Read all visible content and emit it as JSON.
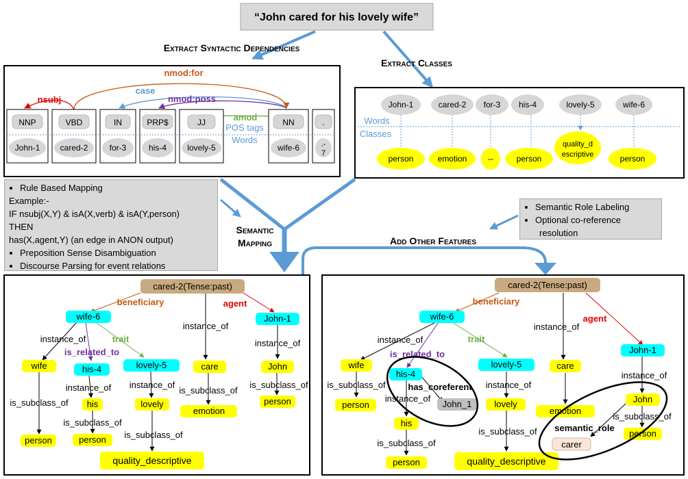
{
  "sentence": "“John cared for his lovely wife”",
  "headings": {
    "syntactic": "Extract Syntactic Dependencies",
    "classes": "Extract Classes",
    "semantic_1": "Semantic",
    "semantic_2": "Mapping",
    "other": "Add Other Features"
  },
  "dependency": {
    "pos": [
      "NNP",
      "VBD",
      "IN",
      "PRP$",
      "JJ",
      "NN",
      "."
    ],
    "words": [
      "John-1",
      "cared-2",
      "for-3",
      "his-4",
      "lovely-5",
      "wife-6"
    ],
    "period_word_1": ".-",
    "period_word_2": "7",
    "pos_caption": "POS tags",
    "words_caption": "Words",
    "arcs": {
      "nmod_for": "nmod:for",
      "nsubj": "nsubj",
      "case": "case",
      "nmod_poss": "nmod:poss",
      "amod": "amod"
    }
  },
  "classes": {
    "words": [
      "John-1",
      "cared-2",
      "for-3",
      "his-4",
      "lovely-5",
      "wife-6"
    ],
    "labels": [
      "person",
      "emotion",
      "--",
      "person",
      "quality_d",
      "escriptive",
      "person"
    ],
    "words_caption": "Words",
    "classes_caption": "Classes"
  },
  "rules": {
    "bullet_1": "Rule Based Mapping",
    "example": "Example:-",
    "if_line": "IF  nsubj(X,Y)  &  isA(X,verb)  &  isA(Y,person)",
    "then": "THEN",
    "has_line": "has(X,agent,Y) (an edge in ANON output)",
    "bullet_2": "Preposition Sense Disambiguation",
    "bullet_3": "Discourse Parsing for event relations"
  },
  "features": {
    "bullet_1": "Semantic Role Labeling",
    "bullet_2a": "Optional co-reference",
    "bullet_2b": "resolution"
  },
  "graph": {
    "root": "cared-2(Tense:past)",
    "wife_6": "wife-6",
    "john_1": "John-1",
    "his_4": "his-4",
    "lovely_5": "lovely-5",
    "wife": "wife",
    "his": "his",
    "lovely": "lovely",
    "care": "care",
    "john": "John",
    "person": "person",
    "emotion": "emotion",
    "quality_descriptive": "quality_descriptive",
    "beneficiary": "beneficiary",
    "agent": "agent",
    "trait": "trait",
    "is_related_to": "is_related_to",
    "instance_of": "instance_of",
    "is_subclass_of": "is_subclass_of",
    "has_coreferent": "has_coreferent",
    "john_ref": "John_1",
    "semantic_role": "semantic_role",
    "carer": "carer"
  },
  "colors": {
    "ellipse": "#d6d6d6",
    "yellow": "#ffff00",
    "cyan": "#00ffff",
    "root": "#c9a97f",
    "arrow_blue": "#5b9bd5",
    "nmod_for": "#c55a11",
    "nsubj": "#e00000",
    "case": "#5b9bd5",
    "nmod_poss": "#7030a0",
    "amod": "#70ad47",
    "carer": "#fbe5d6"
  }
}
